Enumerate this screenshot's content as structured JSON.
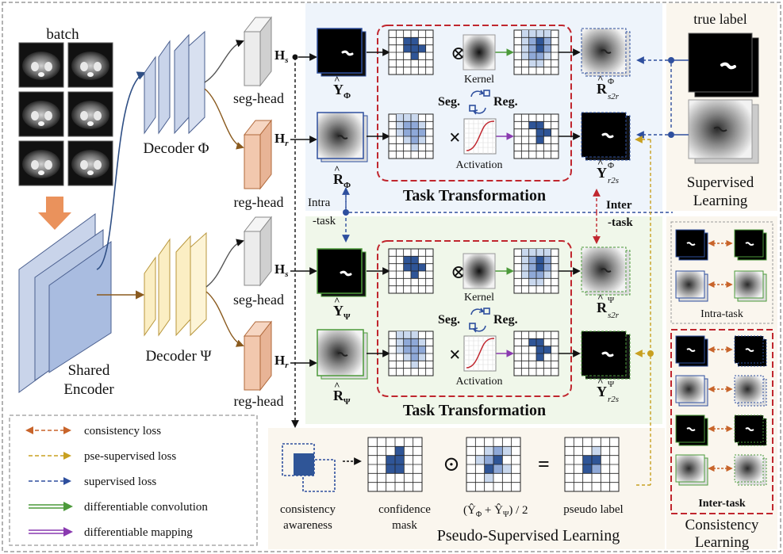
{
  "labels": {
    "batch": "batch",
    "shared_encoder_1": "Shared",
    "shared_encoder_2": "Encoder",
    "decoder_phi": "Decoder Φ",
    "decoder_psi": "Decoder Ψ",
    "seg_head": "seg-head",
    "reg_head": "reg-head",
    "H": "H",
    "sub_s": "s",
    "sub_r": "r",
    "Y": "Y",
    "R": "R",
    "sub_phi": "Φ",
    "sub_psi": "Ψ",
    "sup_s2r": "s2r",
    "sup_r2s": "r2s",
    "kernel": "Kernel",
    "activation": "Activation",
    "seg": "Seg.",
    "reg": "Reg.",
    "task_transformation": "Task  Transformation",
    "intra_task_1": "Intra",
    "intra_task_2": "-task",
    "inter_task_1": "Inter",
    "inter_task_2": "-task",
    "true_label": "true label",
    "supervised_1": "Supervised",
    "supervised_2": "Learning",
    "intra_task_panel": "Intra-task",
    "inter_task_panel": "Inter-task",
    "consistency_1": "Consistency",
    "consistency_2": "Learning",
    "consistency_awareness_1": "consistency",
    "consistency_awareness_2": "awareness",
    "confidence_mask_1": "confidence",
    "confidence_mask_2": "mask",
    "average_formula": "(Ŷ",
    "plus": " + Ŷ",
    "div2": ") / 2",
    "pseudo_label": "pseudo label",
    "pseudo_supervised": "Pseudo-Supervised Learning",
    "odot": "⊙",
    "equals": "=",
    "otimes": "⊗",
    "times": "×"
  },
  "legend": [
    {
      "text": "consistency loss",
      "color": "#c8642a",
      "style": "dash"
    },
    {
      "text": "pse-supervised loss",
      "color": "#c8a020",
      "style": "dash"
    },
    {
      "text": "supervised loss",
      "color": "#2e4f9e",
      "style": "dash"
    },
    {
      "text": "differentiable convolution",
      "color": "#4c9a3a",
      "style": "double"
    },
    {
      "text": "differentiable mapping",
      "color": "#8a3ab0",
      "style": "double"
    }
  ],
  "colors": {
    "blue_bg": "#eef4fb",
    "green_bg": "#f0f7ea",
    "cream_bg": "#faf6ee",
    "dash_red": "#c0262e",
    "dark_cell": "#2f5597",
    "mid_cell": "#8fa9d8",
    "light_cell": "#c9d8ee",
    "decoder_phi": "#c9d4ea",
    "decoder_psi": "#fbeec3",
    "reg_head": "#f2c8ae",
    "arrow_blue": "#2e4f9e",
    "arrow_orange": "#c8642a",
    "arrow_gold": "#c8a020"
  }
}
